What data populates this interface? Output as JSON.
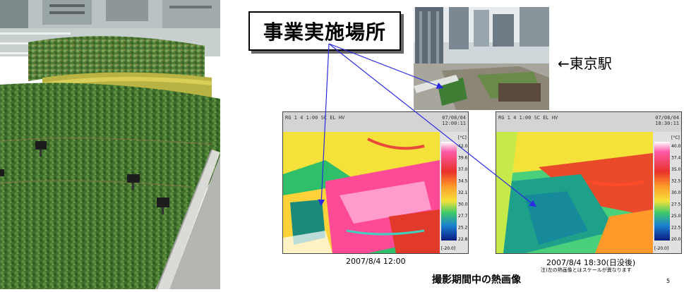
{
  "label_box": {
    "text": "事業実施場所"
  },
  "station_label": {
    "text": "←東京駅"
  },
  "thermal_left": {
    "header_left": "RG 1 4 1:00 SC EL HV",
    "header_right_1": "07/08/04",
    "header_right_2": "12:00:11",
    "scale_top": "[°C]",
    "scale_values": [
      "42.0",
      "39.6",
      "37.0",
      "34.5",
      "32.1",
      "30.0",
      "27.7",
      "25.2",
      "22.8"
    ],
    "scale_bottom": "[-20.0]",
    "caption": "2007/8/4  12:00"
  },
  "thermal_right": {
    "header_left": "RG 1 4 1:00 SC EL HV",
    "header_right_1": "07/08/04",
    "header_right_2": "18:30:11",
    "scale_top": "[°C]",
    "scale_values": [
      "40.0",
      "37.4",
      "35.0",
      "32.5",
      "30.0",
      "27.5",
      "25.0",
      "22.5",
      "20.0"
    ],
    "scale_bottom": "[-20.0]",
    "caption": "2007/8/4  18:30(日没後)",
    "note": "注)左の熱画像とはスケールが異なります"
  },
  "bottom_title": "撮影期間中の熱画像",
  "page_number": "5",
  "colors": {
    "arrow": "#2a2ae0",
    "foliage": "#3e7a2e",
    "hot": "#ff3c8c",
    "cool": "#2fbf6a"
  }
}
